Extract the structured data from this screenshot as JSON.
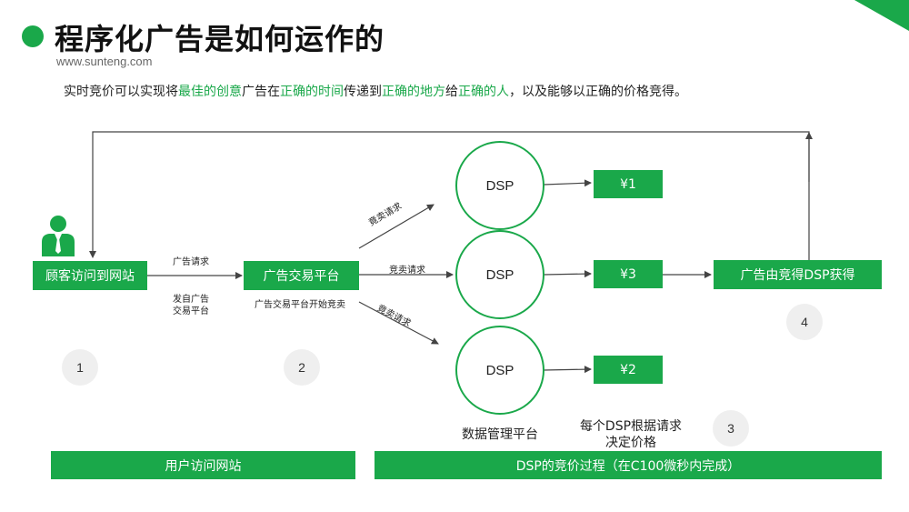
{
  "header": {
    "title": "程序化广告是如何运作的",
    "url": "www.sunteng.com"
  },
  "subtitle": {
    "p1": "实时竞价可以实现将",
    "h1": "最佳的创意",
    "p2": "广告在",
    "h2": "正确的时间",
    "p3": "传递到",
    "h3": "正确的地方",
    "p4": "给",
    "h4": "正确的人",
    "p5": "，以及能够以正确的价格竞得。"
  },
  "flow": {
    "customer": "顾客访问到网站",
    "exchange": "广告交易平台",
    "winner": "广告由竞得DSP获得",
    "dsp1": "DSP",
    "dsp2": "DSP",
    "dsp3": "DSP",
    "price1": "¥1",
    "price2": "¥3",
    "price3": "¥2",
    "ad_request": "广告请求",
    "from_exchange_l1": "发自广告",
    "from_exchange_l2": "交易平台",
    "exchange_start": "广告交易平台开始竞卖",
    "bid_req_up": "竟卖请求",
    "bid_req_mid": "竞卖请求",
    "bid_req_down": "竟卖请求",
    "dmp": "数据管理平台",
    "dsp_decide_l1": "每个DSP根据请求",
    "dsp_decide_l2": "决定价格"
  },
  "steps": [
    "1",
    "2",
    "3",
    "4"
  ],
  "footer": {
    "left": "用户访问网站",
    "right": "DSP的竞价过程（在C100微秒内完成）"
  },
  "colors": {
    "accent": "#1aa84a",
    "arrow": "#444444"
  },
  "icons": {
    "user": "user-icon"
  }
}
